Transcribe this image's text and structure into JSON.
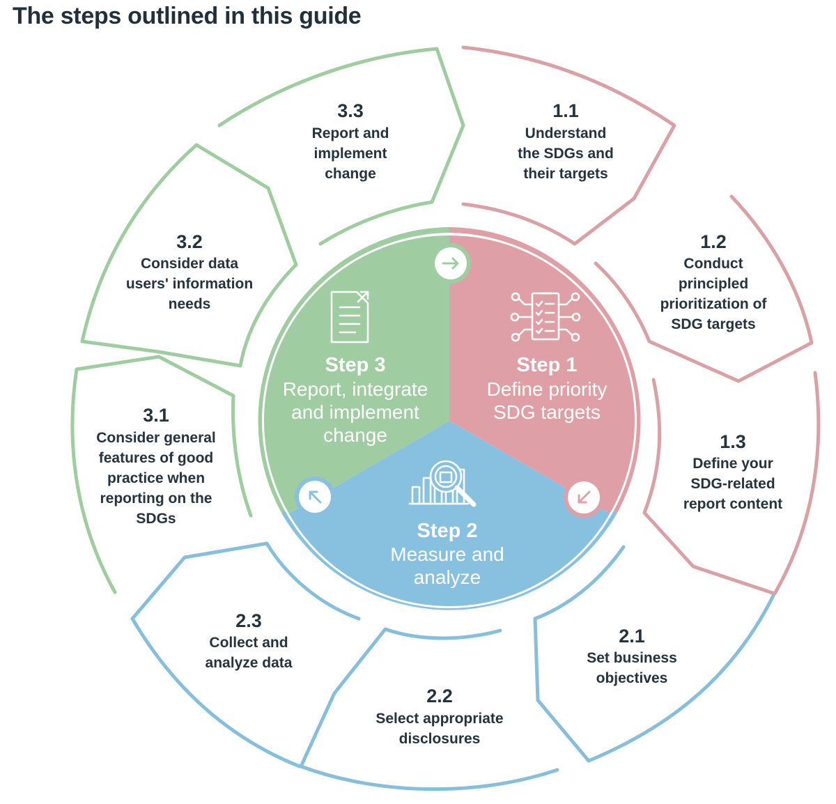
{
  "title": "The steps outlined in this guide",
  "colors": {
    "step1": "#dea0a6",
    "step2": "#88c0df",
    "step3": "#a0cca2",
    "step1_outline": "#d9a1a6",
    "step2_outline": "#87bedc",
    "step3_outline": "#9fcda0",
    "text": "#26333d"
  },
  "steps": {
    "step1": {
      "heading": "Step 1",
      "lines": [
        "Define priority",
        "SDG targets"
      ],
      "icon": "checklist-network-icon"
    },
    "step2": {
      "heading": "Step 2",
      "lines": [
        "Measure and",
        "analyze"
      ],
      "icon": "magnifier-bar-chart-icon"
    },
    "step3": {
      "heading": "Step 3",
      "lines": [
        "Report, integrate",
        "and implement",
        "change"
      ],
      "icon": "document-export-icon"
    }
  },
  "substeps": {
    "s1_1": {
      "number": "1.1",
      "lines": [
        "Understand",
        "the SDGs and",
        "their targets"
      ]
    },
    "s1_2": {
      "number": "1.2",
      "lines": [
        "Conduct",
        "principled",
        "prioritization of",
        "SDG targets"
      ]
    },
    "s1_3": {
      "number": "1.3",
      "lines": [
        "Define your",
        "SDG-related",
        "report content"
      ]
    },
    "s2_1": {
      "number": "2.1",
      "lines": [
        "Set business",
        "objectives"
      ]
    },
    "s2_2": {
      "number": "2.2",
      "lines": [
        "Select appropriate",
        "disclosures"
      ]
    },
    "s2_3": {
      "number": "2.3",
      "lines": [
        "Collect and",
        "analyze data"
      ]
    },
    "s3_1": {
      "number": "3.1",
      "lines": [
        "Consider general",
        "features of good",
        "practice when",
        "reporting on the",
        "SDGs"
      ]
    },
    "s3_2": {
      "number": "3.2",
      "lines": [
        "Consider data",
        "users' information",
        "needs"
      ]
    },
    "s3_3": {
      "number": "3.3",
      "lines": [
        "Report and",
        "implement",
        "change"
      ]
    }
  },
  "arrows": {
    "a3to1": "arrow-right-icon",
    "a1to2": "arrow-down-left-icon",
    "a2to3": "arrow-up-left-icon"
  }
}
